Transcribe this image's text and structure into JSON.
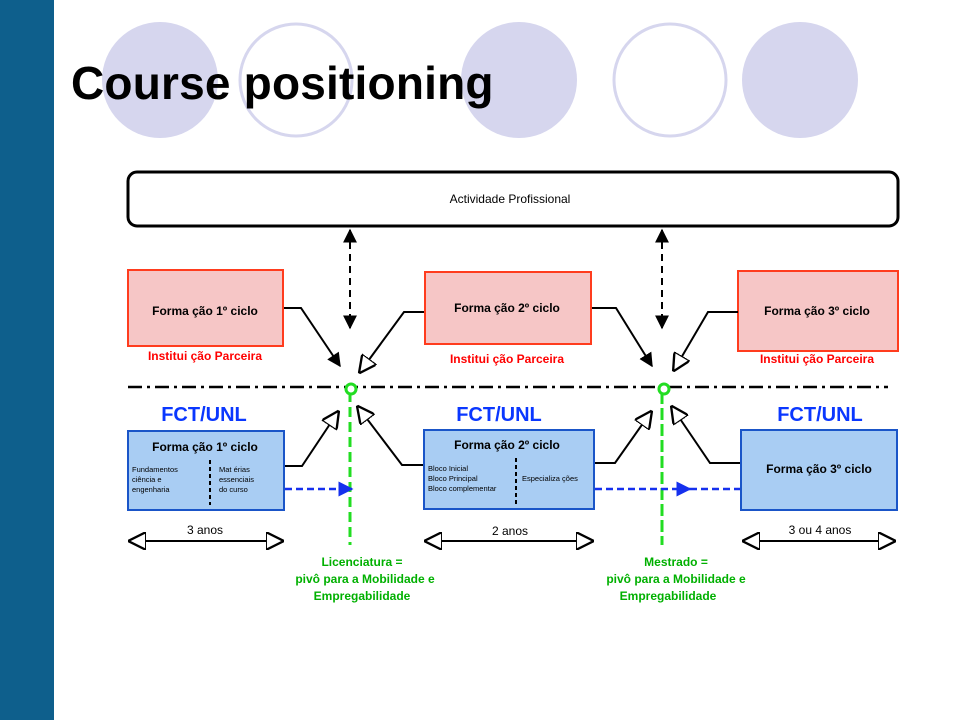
{
  "slide": {
    "title": "Course positioning"
  },
  "colors": {
    "sidebar": "#0e5f8c",
    "circle_fill": "#d6d6ee",
    "pink_box": "#f6c6c6",
    "pink_border": "#ff3c1e",
    "blue_box": "#a9cdf3",
    "blue_border": "#1a55c8",
    "fct_blue": "#0a37ff",
    "partner_red": "#ff0000",
    "green": "#22dd22",
    "green_text": "#00b000",
    "dash_blue": "#1530ee"
  },
  "diagram": {
    "top_bar_label": "Actividade  Profissional",
    "partner_cycles": [
      {
        "label": "Forma ção 1º ciclo",
        "caption": "Institui ção Parceira"
      },
      {
        "label": "Forma ção 2º ciclo",
        "caption": "Institui ção Parceira"
      },
      {
        "label": "Forma ção 3º ciclo",
        "caption": "Institui ção Parceira"
      }
    ],
    "fct_labels": [
      "FCT/UNL",
      "FCT/UNL",
      "FCT/UNL"
    ],
    "fct_cycles": [
      {
        "label": "Forma ção 1º ciclo",
        "left_lines": [
          "Fundamentos",
          "ciência   e",
          "engenharia"
        ],
        "right_lines": [
          "Mat érias",
          "essenciais",
          "do  curso"
        ]
      },
      {
        "label": "Forma ção 2º ciclo",
        "left_lines": [
          "Bloco   Inicial",
          "Bloco   Principal",
          "Bloco   complementar"
        ],
        "right_lines": [
          "Especializa  ções"
        ]
      },
      {
        "label": "Forma ção 3º ciclo",
        "left_lines": [],
        "right_lines": []
      }
    ],
    "durations": [
      "3  anos",
      "2  anos",
      "3  ou 4  anos"
    ],
    "pivots": [
      {
        "lines": [
          "Licenciatura  =",
          "pivô  para  a Mobilidade   e",
          "Empregabilidade"
        ]
      },
      {
        "lines": [
          "Mestrado  =",
          "pivô  para  a Mobilidade   e",
          "Empregabilidade"
        ]
      }
    ]
  }
}
